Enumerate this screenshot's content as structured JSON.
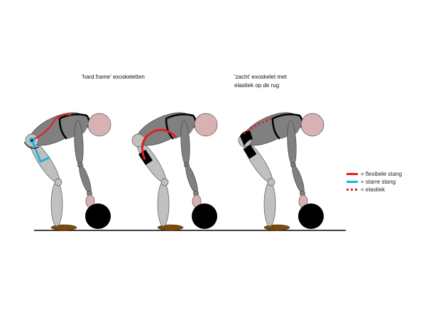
{
  "captions": {
    "hard_frame": "'hard frame' exoskeletten",
    "soft_line1": "'zacht' exoskelet met",
    "soft_line2": "elastiek op de rug"
  },
  "legend": [
    {
      "label": "= flexibele stang",
      "color": "#e02020",
      "style": "solid"
    },
    {
      "label": "= starre stang",
      "color": "#20b0e0",
      "style": "solid"
    },
    {
      "label": "= elastiek",
      "color": "#e02020",
      "style": "dotted"
    }
  ],
  "colors": {
    "skin": "#d8b2b2",
    "torso": "#808080",
    "leg": "#c0c0c0",
    "foot": "#7a4a10",
    "ball": "#000000"
  }
}
